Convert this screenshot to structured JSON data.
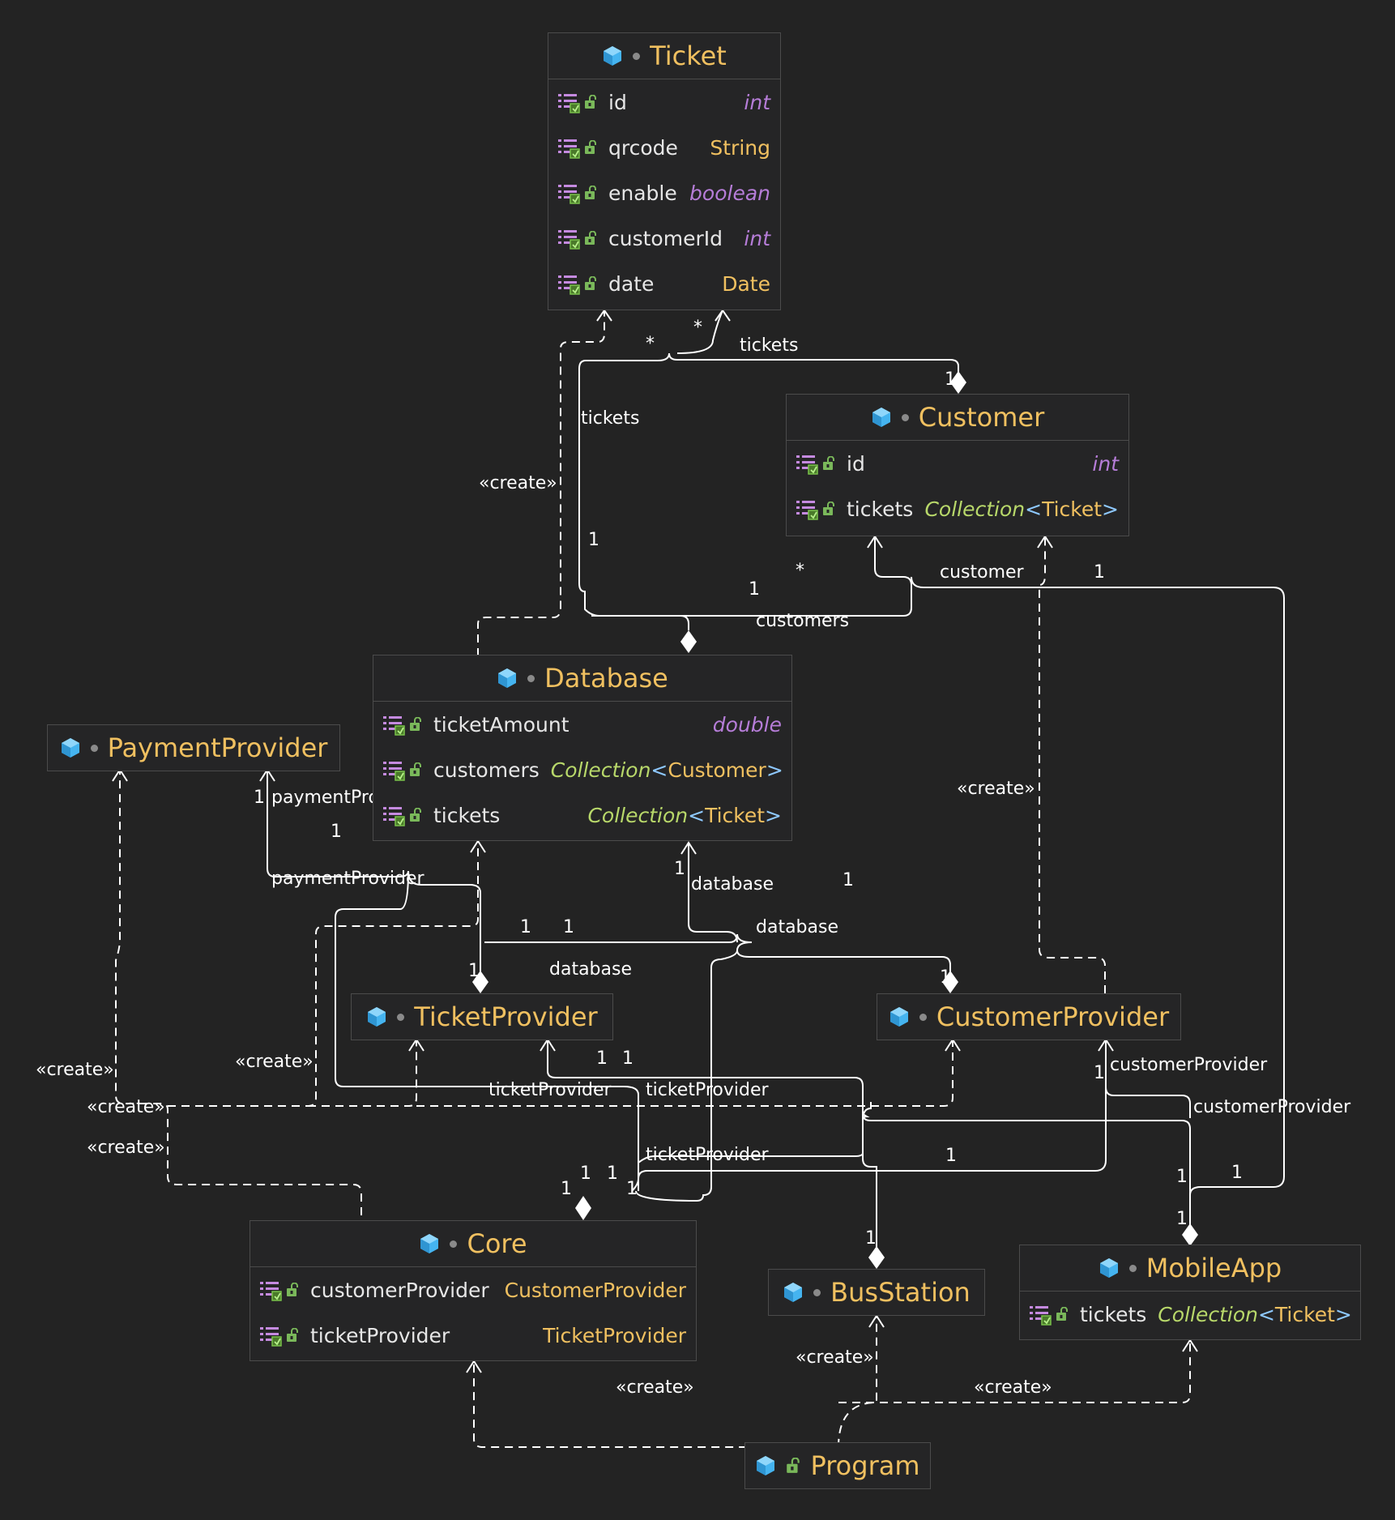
{
  "classes": {
    "ticket": {
      "name": "Ticket",
      "fields": [
        {
          "name": "id",
          "type": "int"
        },
        {
          "name": "qrcode",
          "type": "String"
        },
        {
          "name": "enable",
          "type": "boolean"
        },
        {
          "name": "customerId",
          "type": "int"
        },
        {
          "name": "date",
          "type": "Date"
        }
      ]
    },
    "customer": {
      "name": "Customer",
      "fields": [
        {
          "name": "id",
          "type": "int"
        },
        {
          "name": "tickets",
          "type_collection": "Collection",
          "type_arg": "Ticket"
        }
      ]
    },
    "database": {
      "name": "Database",
      "fields": [
        {
          "name": "ticketAmount",
          "type": "double"
        },
        {
          "name": "customers",
          "type_collection": "Collection",
          "type_arg": "Customer"
        },
        {
          "name": "tickets",
          "type_collection": "Collection",
          "type_arg": "Ticket"
        }
      ]
    },
    "payment_provider": {
      "name": "PaymentProvider"
    },
    "ticket_provider": {
      "name": "TicketProvider"
    },
    "customer_provider": {
      "name": "CustomerProvider"
    },
    "core": {
      "name": "Core",
      "fields": [
        {
          "name": "customerProvider",
          "type": "CustomerProvider"
        },
        {
          "name": "ticketProvider",
          "type": "TicketProvider"
        }
      ]
    },
    "bus_station": {
      "name": "BusStation"
    },
    "mobile_app": {
      "name": "MobileApp",
      "fields": [
        {
          "name": "tickets",
          "type_collection": "Collection",
          "type_arg": "Ticket"
        }
      ]
    },
    "program": {
      "name": "Program"
    }
  },
  "brackets": {
    "open": "<",
    "close": ">"
  },
  "edge_labels": {
    "create": "«create»",
    "tickets": "tickets",
    "customers": "customers",
    "customer": "customer",
    "database": "database",
    "paymentProvider": "paymentProvider",
    "ticketProvider": "ticketProvider",
    "customerProvider": "customerProvider",
    "many": "*",
    "one": "1"
  },
  "colors": {
    "background": "#232323",
    "class_name": "#f0c060",
    "edge": "#ffffff",
    "primitive_type": "#b67dd8",
    "collection_type": "#b8d86a",
    "class_icon": "#45b4f0"
  },
  "icons": {
    "class": "class-cube-icon",
    "field": "field-icon",
    "visibility": "public-lock-icon"
  }
}
